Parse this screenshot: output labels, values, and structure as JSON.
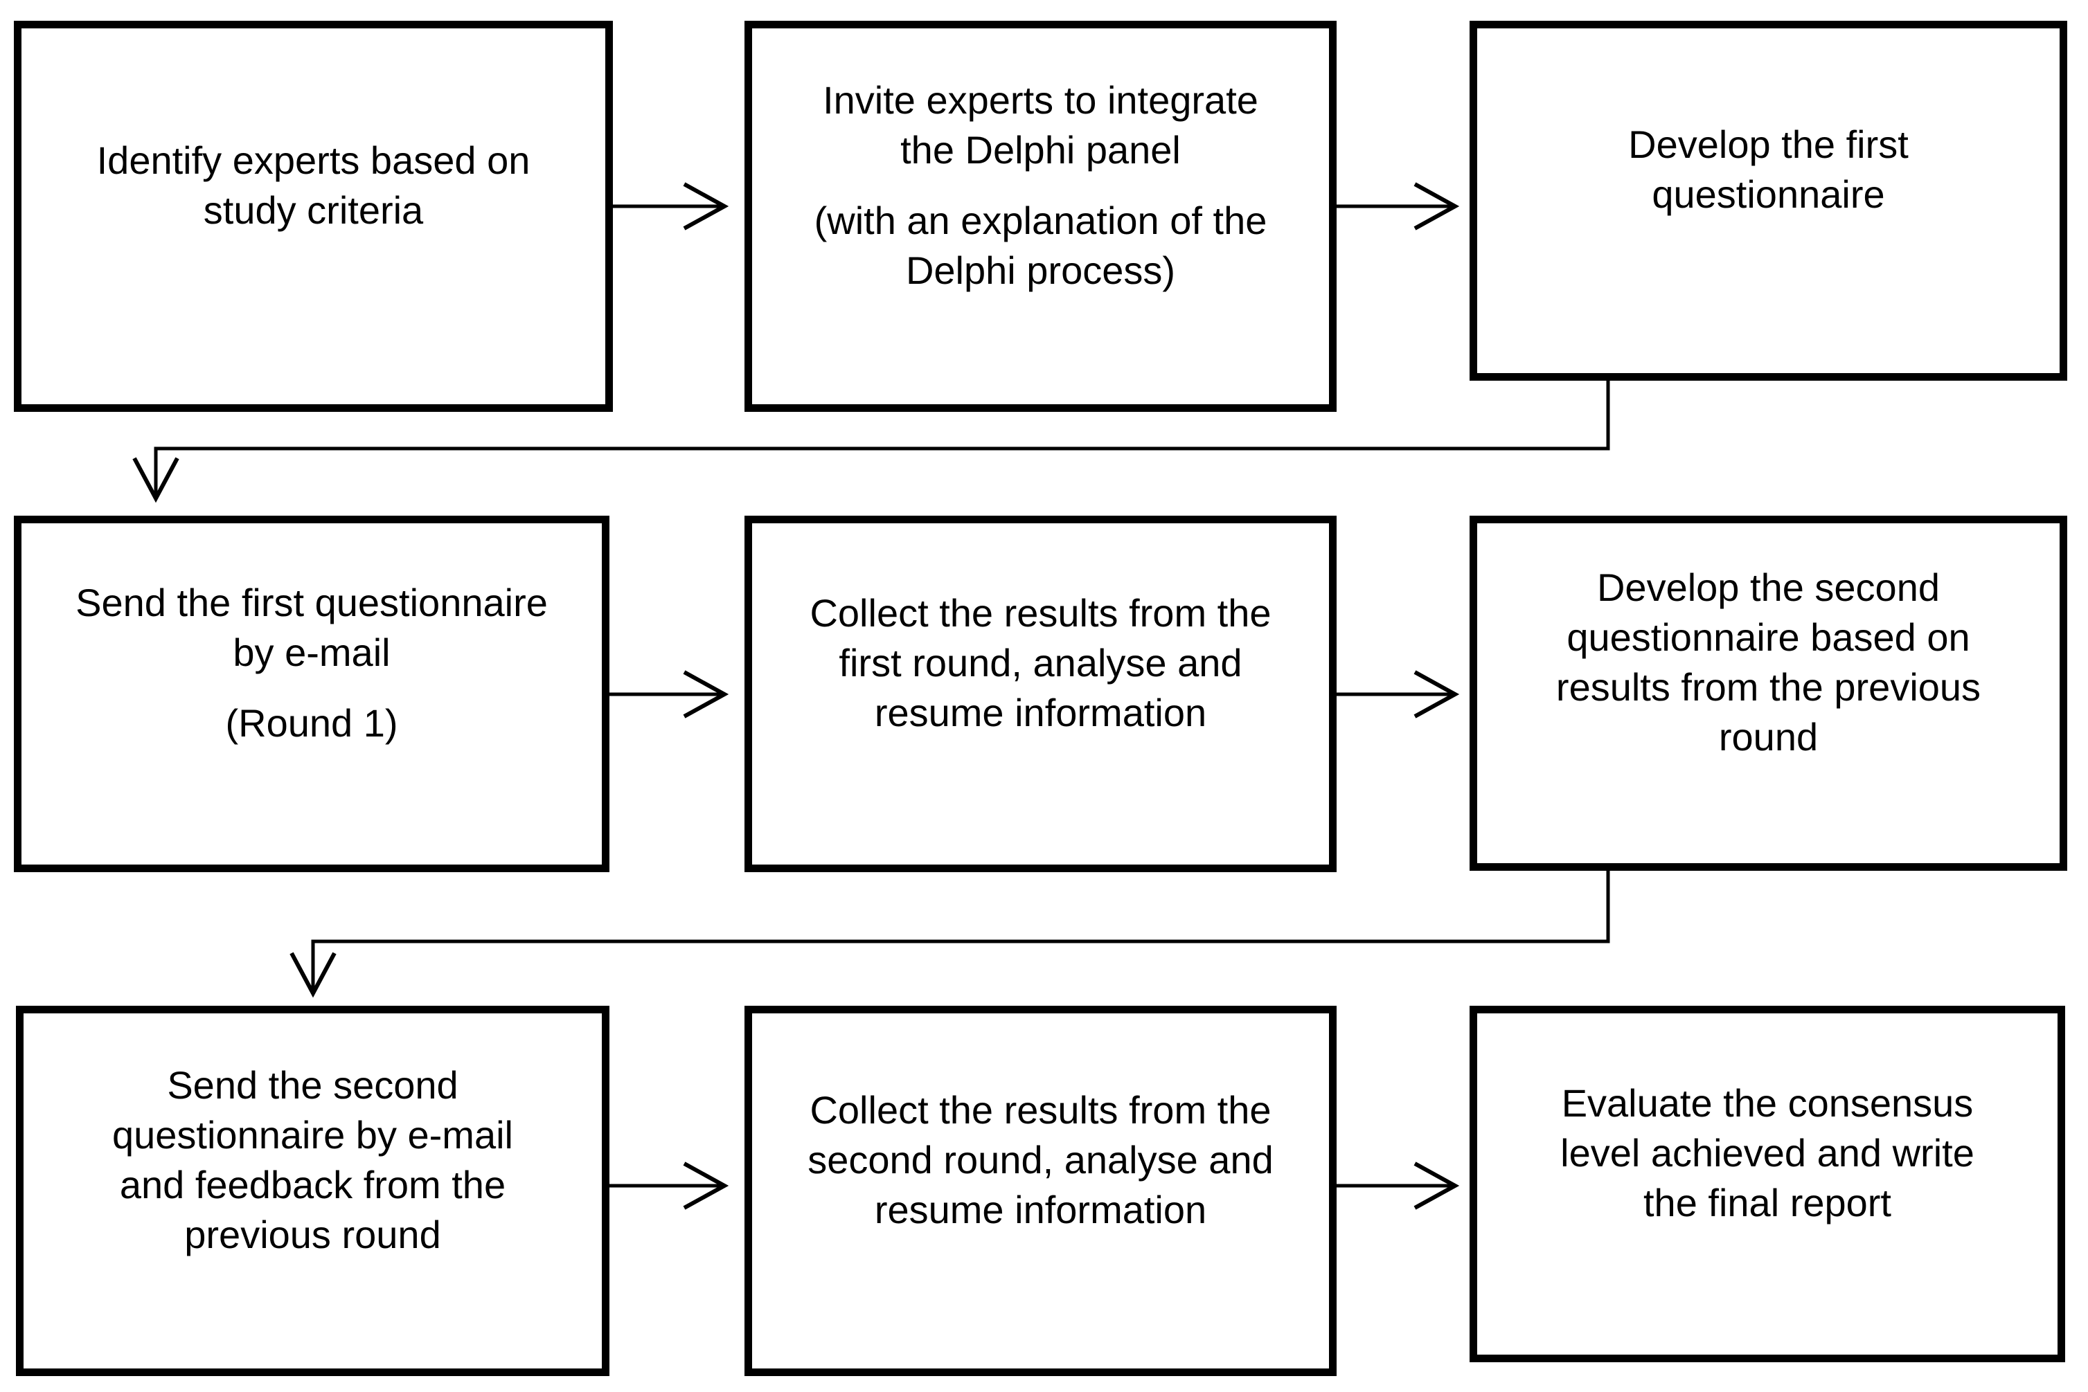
{
  "colors": {
    "background": "#ffffff",
    "border": "#000000",
    "text": "#000000",
    "connector": "#000000"
  },
  "steps": [
    {
      "name": "identify-experts",
      "paragraphs": [
        [
          "Identify experts based on",
          "study criteria"
        ]
      ]
    },
    {
      "name": "invite-experts",
      "paragraphs": [
        [
          "Invite experts to integrate",
          "the Delphi panel"
        ],
        [
          "(with an explanation of the",
          "Delphi process)"
        ]
      ]
    },
    {
      "name": "develop-first-questionnaire",
      "paragraphs": [
        [
          "Develop the first",
          "questionnaire"
        ]
      ]
    },
    {
      "name": "send-first-questionnaire",
      "paragraphs": [
        [
          "Send the first questionnaire",
          "by e-mail"
        ],
        [
          "(Round 1)"
        ]
      ]
    },
    {
      "name": "collect-first-round-results",
      "paragraphs": [
        [
          "Collect the results from the",
          "first round, analyse and",
          "resume information"
        ]
      ]
    },
    {
      "name": "develop-second-questionnaire",
      "paragraphs": [
        [
          "Develop the second",
          "questionnaire based on",
          "results from the previous",
          "round"
        ]
      ]
    },
    {
      "name": "send-second-questionnaire",
      "paragraphs": [
        [
          "Send the second",
          "questionnaire by e-mail",
          "and feedback from the",
          "previous round"
        ]
      ]
    },
    {
      "name": "collect-second-round-results",
      "paragraphs": [
        [
          "Collect the results from the",
          "second round, analyse and",
          "resume information"
        ]
      ]
    },
    {
      "name": "evaluate-consensus",
      "paragraphs": [
        [
          "Evaluate the consensus",
          "level achieved and write",
          "the final report"
        ]
      ]
    }
  ]
}
